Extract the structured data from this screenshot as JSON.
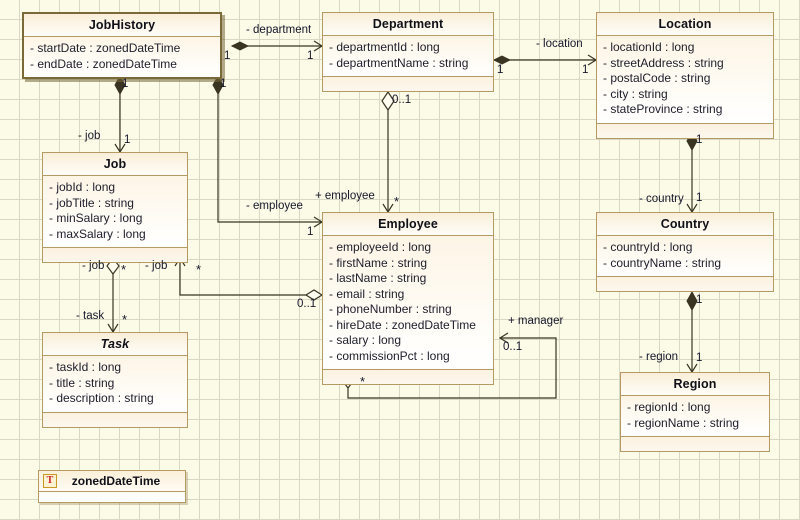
{
  "diagram": {
    "title": "UML Class Diagram",
    "background_color": "#fbfbe8",
    "grid_color": "#d8d8c4",
    "class_fill": "#fdf5e6",
    "class_border": "#b59b63",
    "selected_border": "#7a6a38",
    "line_color": "#3a3423"
  },
  "classes": [
    {
      "id": "jobhistory",
      "name": "JobHistory",
      "abstract": false,
      "selected": true,
      "has_operations_compartment": false,
      "attributes": [
        "- startDate : zonedDateTime",
        "- endDate : zonedDateTime"
      ]
    },
    {
      "id": "department",
      "name": "Department",
      "abstract": false,
      "selected": false,
      "has_operations_compartment": true,
      "attributes": [
        "- departmentId : long",
        "- departmentName : string"
      ]
    },
    {
      "id": "location",
      "name": "Location",
      "abstract": false,
      "selected": false,
      "has_operations_compartment": true,
      "attributes": [
        "- locationId : long",
        "- streetAddress : string",
        "- postalCode : string",
        "- city : string",
        "- stateProvince : string"
      ]
    },
    {
      "id": "job",
      "name": "Job",
      "abstract": false,
      "selected": false,
      "has_operations_compartment": true,
      "attributes": [
        "- jobId : long",
        "- jobTitle : string",
        "- minSalary : long",
        "- maxSalary : long"
      ]
    },
    {
      "id": "employee",
      "name": "Employee",
      "abstract": false,
      "selected": false,
      "has_operations_compartment": true,
      "attributes": [
        "- employeeId : long",
        "- firstName : string",
        "- lastName : string",
        "- email : string",
        "- phoneNumber : string",
        "- hireDate : zonedDateTime",
        "- salary : long",
        "- commissionPct : long"
      ]
    },
    {
      "id": "country",
      "name": "Country",
      "abstract": false,
      "selected": false,
      "has_operations_compartment": true,
      "attributes": [
        "- countryId : long",
        "- countryName : string"
      ]
    },
    {
      "id": "task",
      "name": "Task",
      "abstract": true,
      "selected": false,
      "has_operations_compartment": true,
      "attributes": [
        "- taskId : long",
        "- title : string",
        "- description : string"
      ]
    },
    {
      "id": "region",
      "name": "Region",
      "abstract": false,
      "selected": false,
      "has_operations_compartment": true,
      "attributes": [
        "- regionId : long",
        "- regionName : string"
      ]
    }
  ],
  "datatypes": [
    {
      "id": "zoneddatetime",
      "name": "zonedDateTime",
      "stereotype_icon": "datatype-T-icon",
      "icon_letter": "T"
    }
  ],
  "relationships": [
    {
      "id": "jobhistory-department",
      "source": "JobHistory",
      "target": "Department",
      "role_label": "- department",
      "source_multiplicity": "1",
      "target_multiplicity": "1",
      "source_end": "filled-diamond",
      "target_end": "open-arrow"
    },
    {
      "id": "department-location",
      "source": "Department",
      "target": "Location",
      "role_label": "- location",
      "source_multiplicity": "1",
      "target_multiplicity": "1",
      "source_end": "filled-diamond",
      "target_end": "open-arrow"
    },
    {
      "id": "jobhistory-job",
      "source": "JobHistory",
      "target": "Job",
      "role_label": "- job",
      "source_multiplicity": "1",
      "target_multiplicity": "1",
      "source_end": "filled-diamond",
      "target_end": "open-arrow"
    },
    {
      "id": "jobhistory-employee",
      "source": "JobHistory",
      "target": "Employee",
      "role_label": "- employee",
      "source_multiplicity": "1",
      "target_multiplicity": "1",
      "source_end": "filled-diamond",
      "target_end": "open-arrow"
    },
    {
      "id": "department-employee",
      "source": "Department",
      "target": "Employee",
      "role_label": "+ employee",
      "source_multiplicity": "0..1",
      "target_multiplicity": "*",
      "source_end": "open-diamond",
      "target_end": "open-arrow"
    },
    {
      "id": "location-country",
      "source": "Location",
      "target": "Country",
      "role_label": "- country",
      "source_multiplicity": "1",
      "target_multiplicity": "1",
      "source_end": "filled-diamond",
      "target_end": "open-arrow"
    },
    {
      "id": "country-region",
      "source": "Country",
      "target": "Region",
      "role_label": "- region",
      "source_multiplicity": "1",
      "target_multiplicity": "1",
      "source_end": "filled-diamond",
      "target_end": "open-arrow"
    },
    {
      "id": "job-task",
      "source": "Job",
      "target": "Task",
      "role_label": "- task",
      "source_multiplicity": "*",
      "target_multiplicity": "*",
      "source_role_label": "- job",
      "source_end": "open-diamond",
      "target_end": "open-arrow"
    },
    {
      "id": "employee-job",
      "source": "Employee",
      "target": "Job",
      "role_label": "- job",
      "source_multiplicity": "0..1",
      "target_multiplicity": "*",
      "source_end": "open-diamond",
      "target_end": "open-arrow"
    },
    {
      "id": "employee-manager",
      "source": "Employee",
      "target": "Employee",
      "role_label": "+ manager",
      "source_multiplicity": "*",
      "target_multiplicity": "0..1",
      "source_end": "open-diamond",
      "target_end": "open-arrow"
    }
  ],
  "edge_labels": {
    "department": "- department",
    "location": "- location",
    "job_from_history": "- job",
    "employee_from_history": "- employee",
    "employee_from_department": "+ employee",
    "country": "- country",
    "region": "- region",
    "task": "- task",
    "job_from_task": "- job",
    "job_from_employee": "- job",
    "manager": "+ manager"
  },
  "multiplicities": {
    "one": "1",
    "star": "*",
    "zero_or_one": "0..1"
  }
}
